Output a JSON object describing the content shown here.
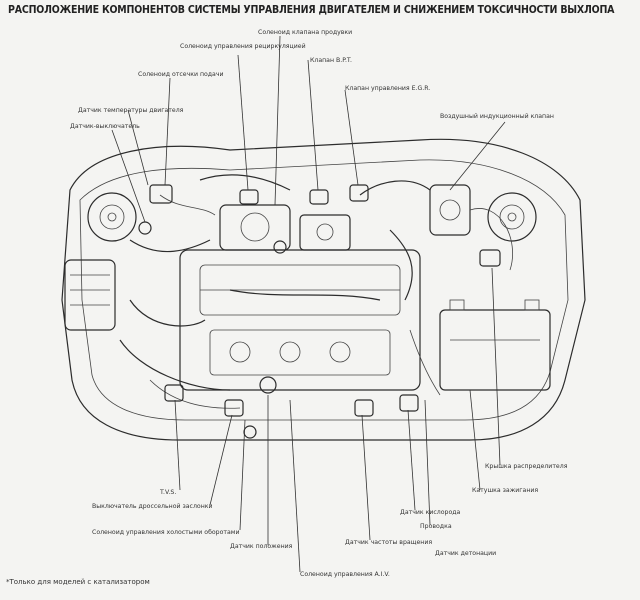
{
  "title": "РАСПОЛОЖЕНИЕ КОМПОНЕНТОВ СИСТЕМЫ УПРАВЛЕНИЯ ДВИГАТЕЛЕМ И СНИЖЕНИЕМ ТОКСИЧНОСТИ ВЫХЛОПА",
  "labels": {
    "purge_valve": "Соленоид клапана продувки",
    "vapor_solenoid": "Соленоид управления рециркуляцией",
    "bpt_valve": "Клапан B.P.T.",
    "vacuum_switch": "Соленоид отсечки подачи",
    "egr_valve": "Клапан управления E.G.R.",
    "temp_sensor": "Датчик температуры двигателя",
    "coolant_sensor": "Датчик-выключатель",
    "air_valve": "Воздушный индукционный клапан",
    "tvs": "T.V.S.",
    "throttle_switch": "Выключатель дроссельной заслонки",
    "rpm_solenoid": "Соленоид управления холостыми оборотами",
    "speed_sensor": "Датчик положения",
    "idle_sensor": "Датчик частоты вращения",
    "oxygen_sensor": "Датчик кислорода",
    "ignition_coil": "Катушка зажигания",
    "cylinder_cap": "Крышка распределителя",
    "aiv_solenoid": "Соленоид управления A.I.V.",
    "injector_sensor": "Датчик детонации",
    "wiring": "Проводка",
    "footnote": "*Только для моделей с катализатором"
  }
}
